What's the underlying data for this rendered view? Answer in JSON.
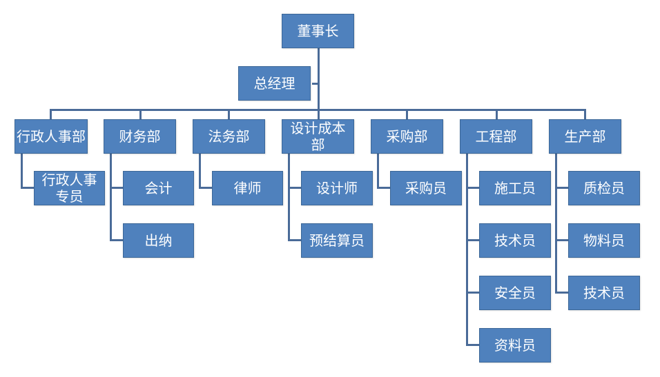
{
  "chairman": "董事长",
  "general_manager": "总经理",
  "departments": [
    {
      "name": "行政人事部",
      "staff": [
        "行政人事专员"
      ]
    },
    {
      "name": "财务部",
      "staff": [
        "会计",
        "出纳"
      ]
    },
    {
      "name": "法务部",
      "staff": [
        "律师"
      ]
    },
    {
      "name": "设计成本部",
      "staff": [
        "设计师",
        "预结算员"
      ]
    },
    {
      "name": "采购部",
      "staff": [
        "采购员"
      ]
    },
    {
      "name": "工程部",
      "staff": [
        "施工员",
        "技术员",
        "安全员",
        "资料员"
      ]
    },
    {
      "name": "生产部",
      "staff": [
        "质检员",
        "物料员",
        "技术员"
      ]
    }
  ]
}
